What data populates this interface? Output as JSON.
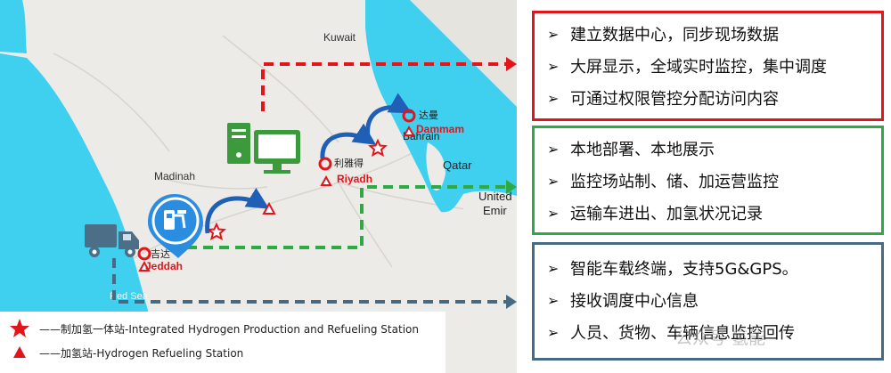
{
  "map": {
    "places": {
      "kuwait": "Kuwait",
      "madinah": "Madinah",
      "qatar": "Qatar",
      "bahrain": "Bahrain",
      "united": "United",
      "emir": "Emir",
      "red_sea": "Red Sea"
    },
    "cities": {
      "dammam_cn": "达曼",
      "dammam_en": "Dammam",
      "riyadh_cn": "利雅得",
      "riyadh_en": "Riyadh",
      "jeddah_cn": "吉达",
      "jeddah_en": "Jeddah"
    },
    "legend": {
      "star_text": "——制加氢一体站-Integrated Hydrogen Production and Refueling Station",
      "triangle_text": "——加氢站-Hydrogen Refueling Station"
    }
  },
  "panels": {
    "red": [
      "建立数据中心，同步现场数据",
      "大屏显示，全域实时监控，集中调度",
      "可通过权限管控分配访问内容"
    ],
    "green": [
      "本地部署、本地展示",
      "监控场站制、储、加运营监控",
      "运输车进出、加氢状况记录"
    ],
    "blue": [
      "智能车载终端，支持5G&GPS。",
      "接收调度中心信息",
      "人员、货物、车辆信息监控回传"
    ]
  },
  "bullet_glyph": "➢",
  "watermark": "公众号·氢能",
  "colors": {
    "red": "#e2151b",
    "green": "#2fa944",
    "blue": "#456a82",
    "sea": "#3fd0f0",
    "arrow": "#1f5fb5",
    "computer": "#3a9a3c",
    "truck": "#4c6e86",
    "station": "#2a8de0"
  }
}
